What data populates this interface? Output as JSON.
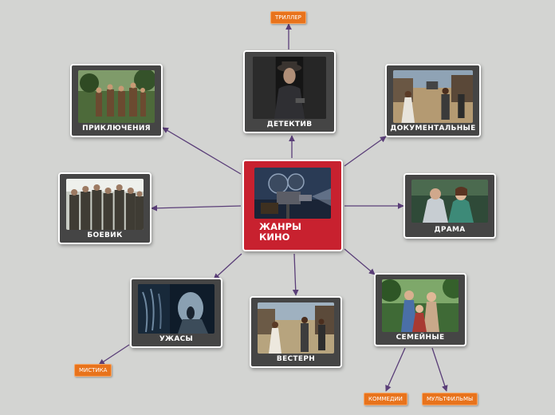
{
  "central": {
    "title_line1": "ЖАНРЫ",
    "title_line2": "КИНО"
  },
  "nodes": {
    "detective": "ДЕТЕКТИВ",
    "adventure": "ПРИКЛЮЧЕНИЯ",
    "documentary": "ДОКУМЕНТАЛЬНЫЕ",
    "action": "БОЕВИК",
    "drama": "ДРАМА",
    "horror": "УЖАСЫ",
    "western": "ВЕСТЕРН",
    "family": "СЕМЕЙНЫЕ"
  },
  "tags": {
    "thriller": "ТРИЛЛЕР",
    "mystic": "МИСТИКА",
    "comedy": "КОММЕДИИ",
    "cartoons": "МУЛЬТФИЛЬМЫ"
  },
  "colors": {
    "background": "#d3d4d2",
    "node_fill": "#454545",
    "central_fill": "#c8212f",
    "tag_fill": "#e8731c",
    "connector": "#5a3e78"
  }
}
